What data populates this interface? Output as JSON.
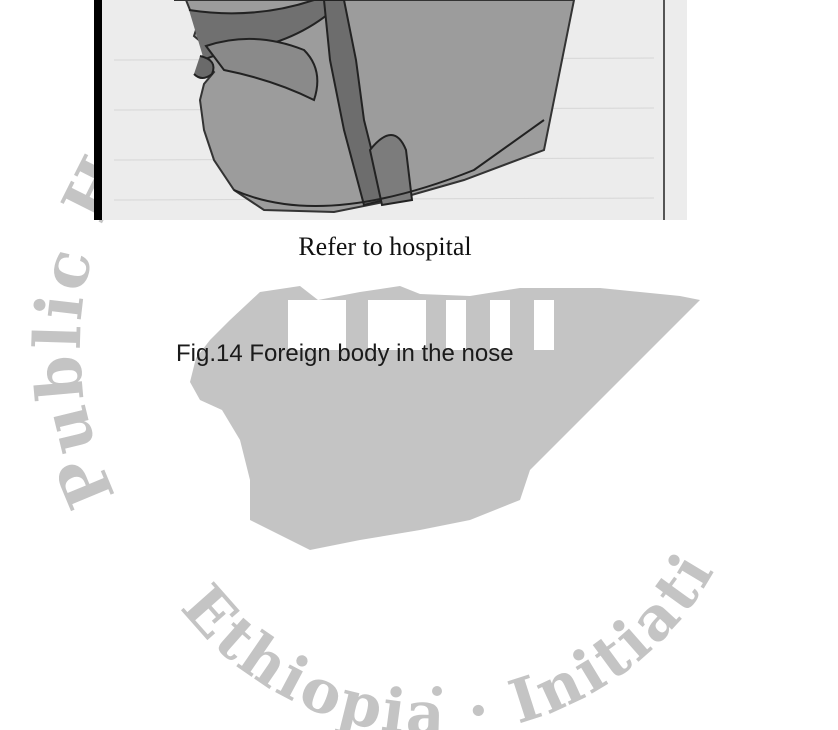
{
  "figure": {
    "caption_note": "Refer to hospital",
    "caption_title": "Fig.14  Foreign body in the nose"
  },
  "watermark": {
    "ring_text": "Ethiopia Public Health Training Initiative",
    "color": "#c4c4c4"
  }
}
